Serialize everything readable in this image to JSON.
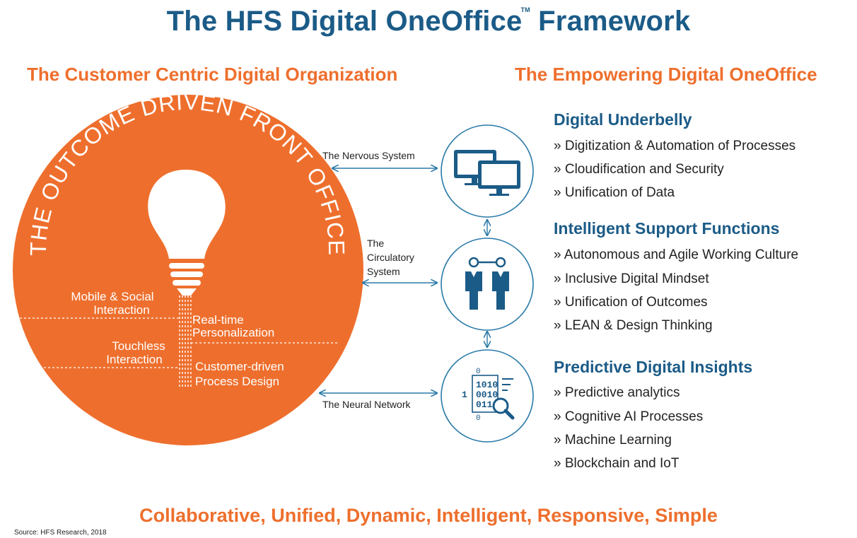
{
  "title": {
    "text": "The HFS Digital OneOffice",
    "tm": "TM",
    "suffix": " Framework"
  },
  "left_heading": "The Customer Centric Digital Organization",
  "right_heading": "The Empowering Digital OneOffice",
  "circle": {
    "arc_text": "THE OUTCOME DRIVEN FRONT OFFICE",
    "zones": {
      "mobile_1": "Mobile & Social",
      "mobile_2": "Interaction",
      "realtime_1": "Real-time",
      "realtime_2": "Personalization",
      "touchless_1": "Touchless",
      "touchless_2": "Interaction",
      "customer_1": "Customer-driven",
      "customer_2": "Process Design"
    }
  },
  "connectors": {
    "nervous": "The Nervous System",
    "circulatory_1": "The",
    "circulatory_2": "Circulatory",
    "circulatory_3": "System",
    "neural": "The Neural Network"
  },
  "sections": [
    {
      "title": "Digital Underbelly",
      "items": [
        "» Digitization & Automation of Processes",
        "» Cloudification and Security",
        "» Unification of Data"
      ]
    },
    {
      "title": "Intelligent Support Functions",
      "items": [
        "» Autonomous and Agile Working Culture",
        "» Inclusive Digital Mindset",
        "» Unification of Outcomes",
        "» LEAN & Design Thinking"
      ]
    },
    {
      "title": "Predictive Digital Insights",
      "items": [
        "» Predictive analytics",
        "» Cognitive AI Processes",
        "» Machine Learning",
        "» Blockchain and IoT"
      ]
    }
  ],
  "binary_icon_text": {
    "row1": "1010",
    "row2": "0010",
    "row3": "011",
    "one": "1",
    "zero_top": "0",
    "zero_bottom": "0"
  },
  "tagline": "Collaborative, Unified, Dynamic, Intelligent, Responsive, Simple",
  "source": "Source: HFS Research, 2018",
  "colors": {
    "orange": "#ee6f2d",
    "blue": "#1b5b87",
    "light_blue": "#2a7aa8"
  }
}
